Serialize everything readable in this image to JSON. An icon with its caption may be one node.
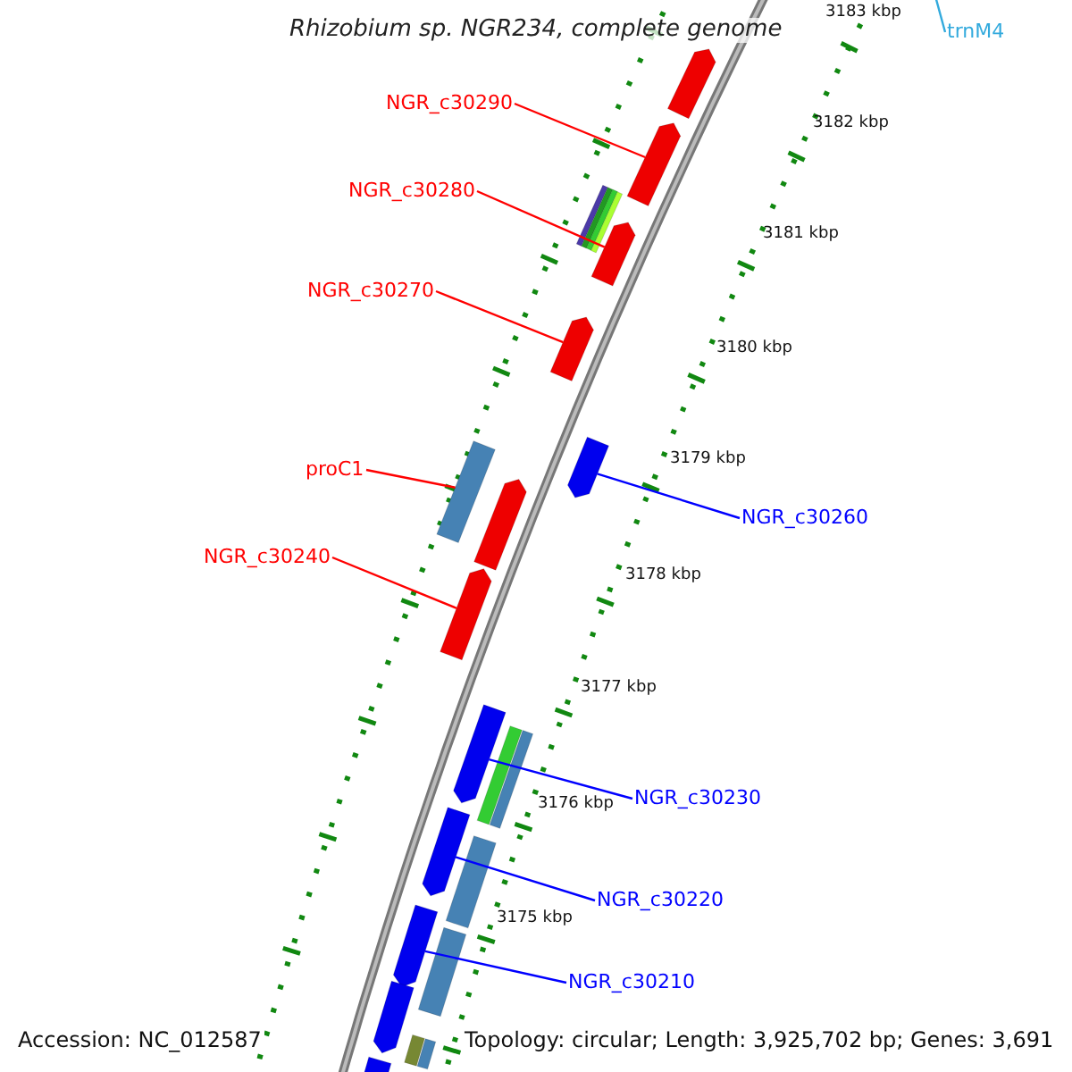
{
  "diagram": {
    "title": "Rhizobium sp. NGR234, complete genome",
    "nodes": [
      {
        "text": [
          "NGR_c30290"
        ]
      },
      {
        "text": [
          "NGR_c30280"
        ]
      },
      {
        "text": [
          "NGR_c30270"
        ]
      },
      {
        "text": [
          "proC1"
        ]
      },
      {
        "text": [
          "NGR_c30240"
        ]
      },
      {
        "text": [
          "NGR_c30260"
        ]
      },
      {
        "text": [
          "NGR_c30230"
        ]
      },
      {
        "text": [
          "NGR_c30220"
        ]
      },
      {
        "text": [
          "NGR_c30210"
        ]
      },
      {
        "text": [
          "trnM4"
        ]
      },
      {
        "text": [],
        "shape": "arrow"
      },
      {
        "text": [],
        "shape": "arrow"
      },
      {
        "text": [],
        "shape": "bar"
      },
      {
        "text": [],
        "shape": "bar"
      },
      {
        "text": [],
        "shape": "bar"
      },
      {
        "text": [],
        "shape": "bar"
      },
      {
        "text": [],
        "shape": "arrow"
      },
      {
        "text": [],
        "shape": "arrow"
      },
      {
        "text": [],
        "shape": "arrow"
      },
      {
        "text": [],
        "shape": "box"
      },
      {
        "text": [],
        "shape": "arrow"
      },
      {
        "text": [],
        "shape": "arrow"
      },
      {
        "text": [],
        "shape": "arrow"
      },
      {
        "text": [],
        "shape": "bar"
      },
      {
        "text": [],
        "shape": "bar"
      },
      {
        "text": [],
        "shape": "arrow"
      },
      {
        "text": [],
        "shape": "box"
      },
      {
        "text": [],
        "shape": "arrow"
      },
      {
        "text": [],
        "shape": "box"
      },
      {
        "text": [],
        "shape": "arrow"
      },
      {
        "text": [],
        "shape": "arrow"
      },
      {
        "text": [],
        "shape": "bar"
      },
      {
        "text": [],
        "shape": "bar"
      }
    ],
    "edges": [
      {
        "from": 0,
        "to": 11,
        "arrow": "none",
        "color": "#ff0000"
      },
      {
        "from": 1,
        "to": 16,
        "arrow": "none",
        "color": "#ff0000"
      },
      {
        "from": 2,
        "to": 17,
        "arrow": "none",
        "color": "#ff0000"
      },
      {
        "from": 3,
        "to": 19,
        "arrow": "none",
        "color": "#ff0000"
      },
      {
        "from": 4,
        "to": 21,
        "arrow": "none",
        "color": "#ff0000"
      },
      {
        "from": 5,
        "to": 18,
        "arrow": "none",
        "color": "#0000ff"
      },
      {
        "from": 6,
        "to": 22,
        "arrow": "none",
        "color": "#0000ff"
      },
      {
        "from": 7,
        "to": 25,
        "arrow": "none",
        "color": "#0000ff"
      },
      {
        "from": 8,
        "to": 27,
        "arrow": "none",
        "color": "#0000ff"
      },
      {
        "from": 9,
        "to": null,
        "arrow": "none",
        "color": "#33aadd"
      }
    ],
    "labels": [
      "3183 kbp",
      "3182 kbp",
      "3181 kbp",
      "3180 kbp",
      "3179 kbp",
      "3178 kbp",
      "3177 kbp",
      "3176 kbp",
      "3175 kbp",
      "Accession: NC_012587",
      "Topology: circular; Length: 3,925,702 bp; Genes: 3,691"
    ]
  }
}
